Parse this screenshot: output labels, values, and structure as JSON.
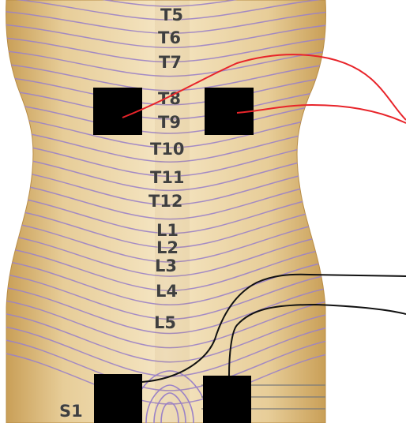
{
  "diagram": {
    "vertebra_labels": [
      "T5",
      "T6",
      "T7",
      "T8",
      "T9",
      "T10",
      "T11",
      "T12",
      "L1",
      "L2",
      "L3",
      "L4",
      "L5",
      "S1"
    ],
    "electrode_pads": [
      {
        "name": "upper-left-electrode",
        "wire": "red"
      },
      {
        "name": "upper-right-electrode",
        "wire": "red"
      },
      {
        "name": "lower-left-electrode",
        "wire": "black"
      },
      {
        "name": "lower-right-electrode",
        "wire": "black"
      }
    ],
    "colors": {
      "skin_light": "#f3e2bd",
      "skin_mid": "#e3c68c",
      "skin_dark": "#c99f57",
      "dermatome_line": "#9b82c7",
      "electrode": "#000000",
      "red_wire": "#e8242a",
      "black_wire": "#111111",
      "label": "#3f3f3f"
    }
  }
}
